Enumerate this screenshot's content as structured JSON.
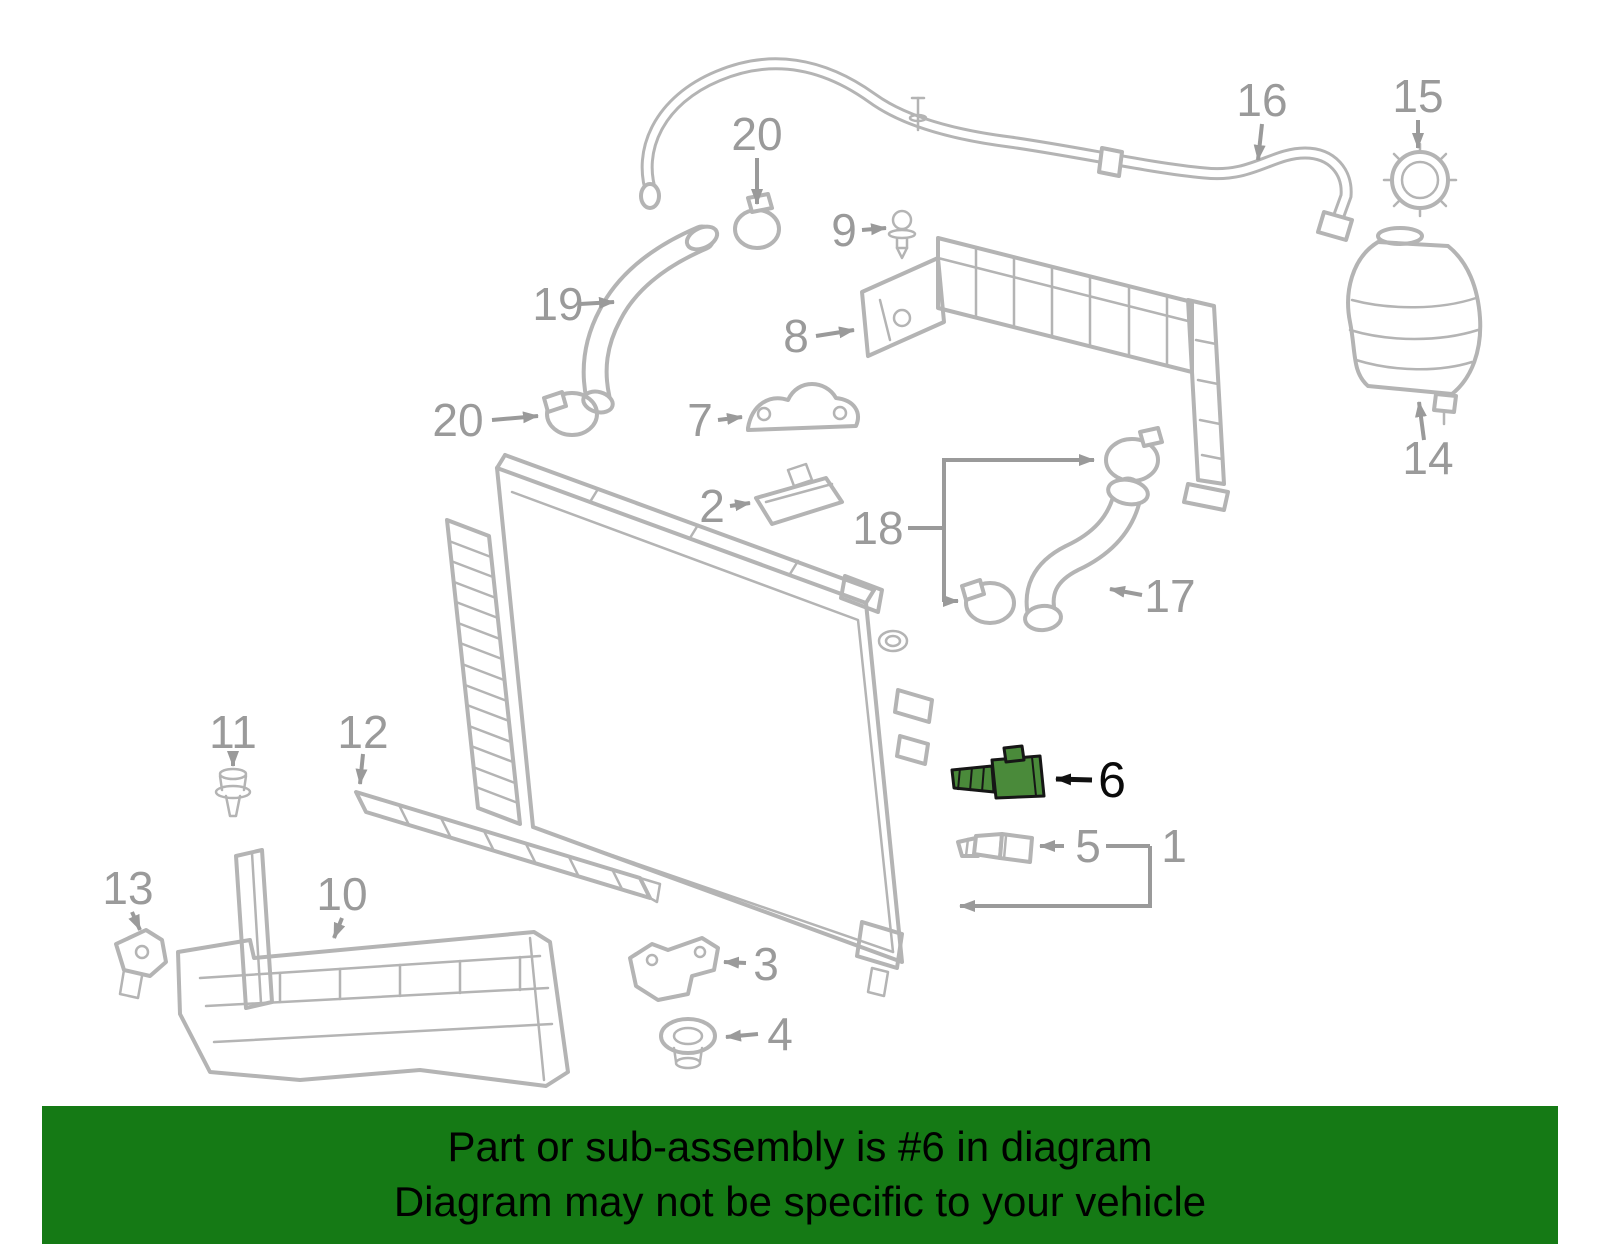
{
  "banner": {
    "line1": "Part or sub-assembly is #6 in diagram",
    "line2": "Diagram may not be specific to your vehicle"
  },
  "colors": {
    "banner_bg": "#157a15",
    "banner_text": "#000000",
    "diagram_line": "#b4b4b4",
    "callout_label": "#9a9a9a",
    "highlight_fill": "#4a8a3a",
    "highlight_stroke": "#161616",
    "highlight_label": "#0a0a0a"
  },
  "callouts": {
    "c20a": "20",
    "c19": "19",
    "c20b": "20",
    "c9": "9",
    "c8": "8",
    "c7": "7",
    "c2": "2",
    "c18": "18",
    "c17": "17",
    "c16": "16",
    "c15": "15",
    "c14": "14",
    "c11": "11",
    "c12": "12",
    "c13": "13",
    "c10": "10",
    "c3": "3",
    "c4": "4",
    "c6": "6",
    "c5": "5",
    "c1": "1"
  }
}
